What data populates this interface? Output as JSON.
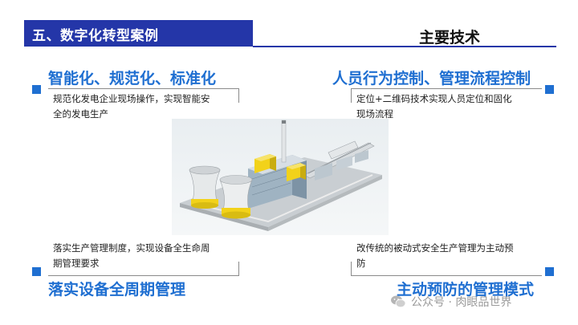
{
  "header": {
    "section_title": "五、数字化转型案例",
    "main_title": "主要技术"
  },
  "sections": {
    "top_left": {
      "heading": "智能化、规范化、标准化",
      "desc_line1": "规范化发电企业现场操作，实现智能安",
      "desc_line2": "全的发电生产"
    },
    "top_right": {
      "heading": "人员行为控制、管理流程控制",
      "desc_line1": "定位+二维码技术实现人员定位和固化",
      "desc_line2": "现场流程"
    },
    "bottom_left": {
      "heading": "落实设备全周期管理",
      "desc_line1": "落实生产管理制度，实现设备全生命周",
      "desc_line2": "期管理要求"
    },
    "bottom_right": {
      "heading": "主动预防的管理模式",
      "desc_line1": "改传统的被动式安全生产管理为主动预",
      "desc_line2": "防"
    }
  },
  "watermark": {
    "text": "公众号 · 肉眼品世界"
  },
  "colors": {
    "header_bar": "#2436a8",
    "accent_blue": "#1f6fd1",
    "cooling_tower_yellow": "#f2d21a"
  },
  "icons": {
    "watermark_icon": "wechat-icon"
  }
}
